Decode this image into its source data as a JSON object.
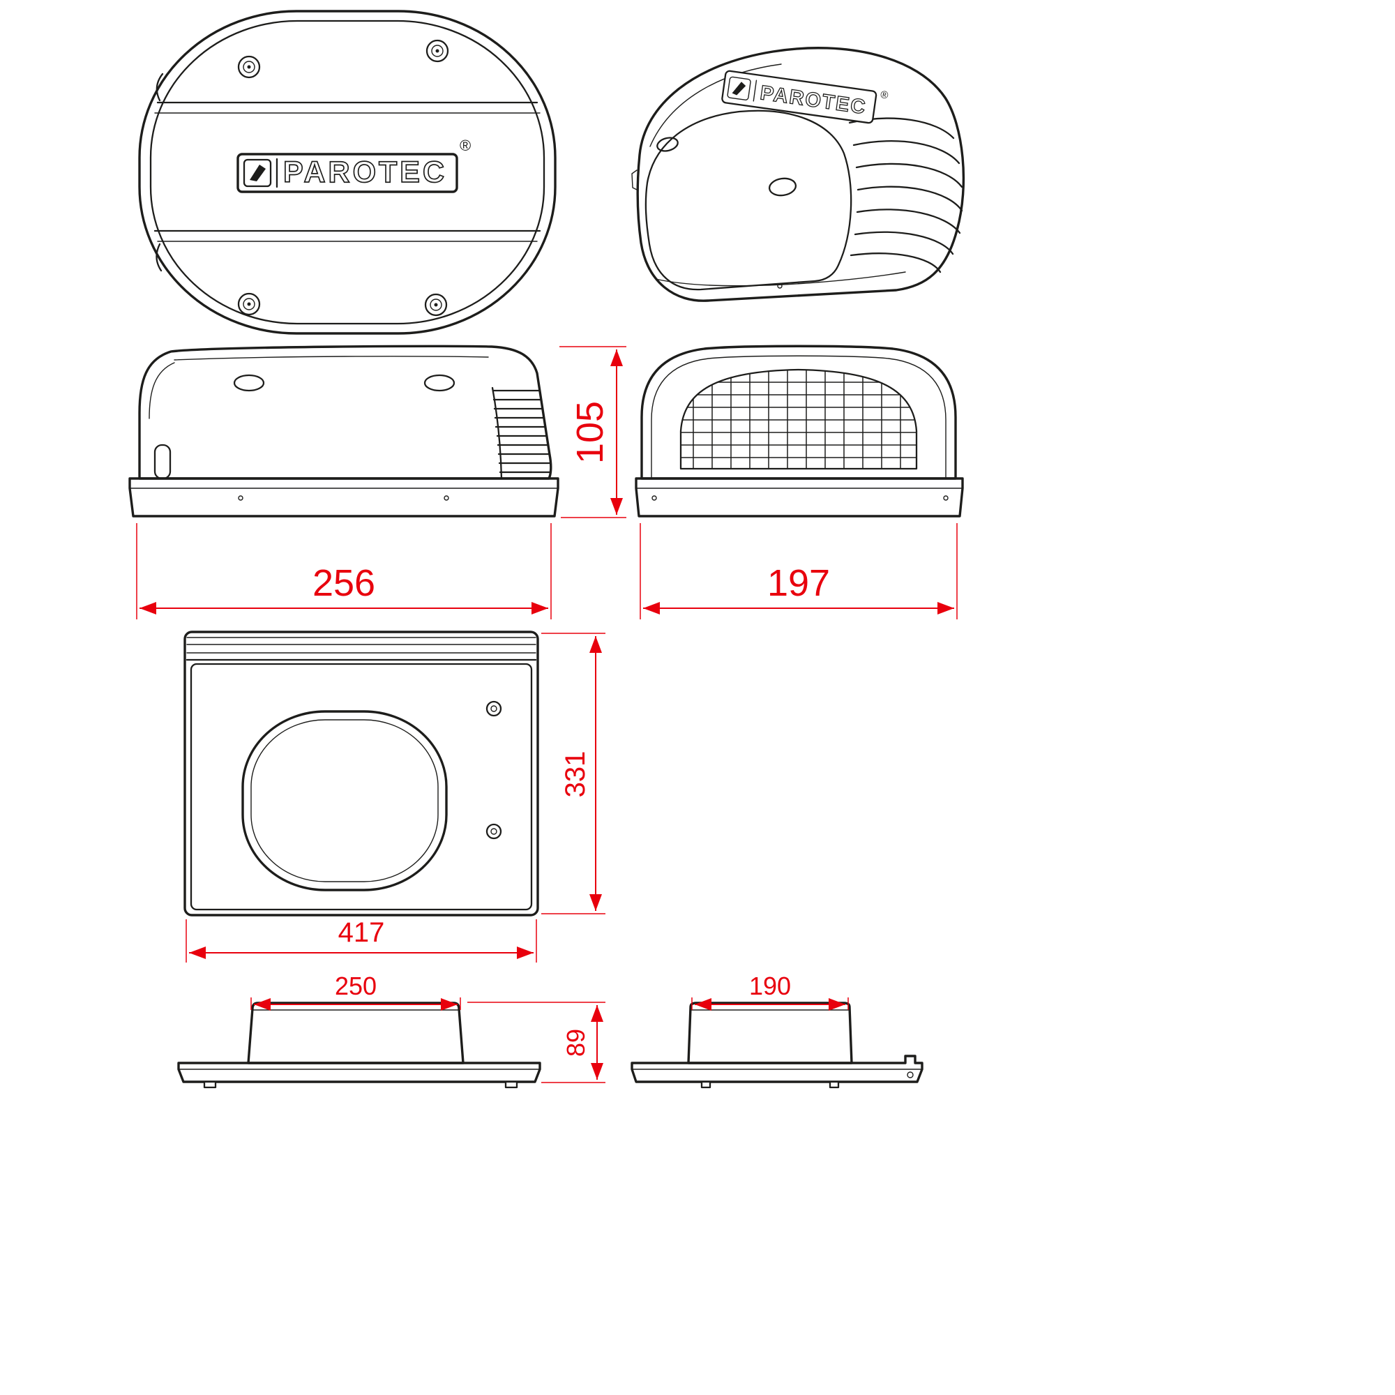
{
  "drawing": {
    "brand": "PAROTEC",
    "registered_mark": "®",
    "dimensions": {
      "side_width": "256",
      "height": "105",
      "front_width": "197",
      "plate_height": "331",
      "plate_width": "417",
      "flange_width": "250",
      "profile_height": "89",
      "flange2_width": "190"
    },
    "colors": {
      "line": "#1d1d1b",
      "dimension": "#e8000d",
      "background": "#ffffff"
    }
  }
}
